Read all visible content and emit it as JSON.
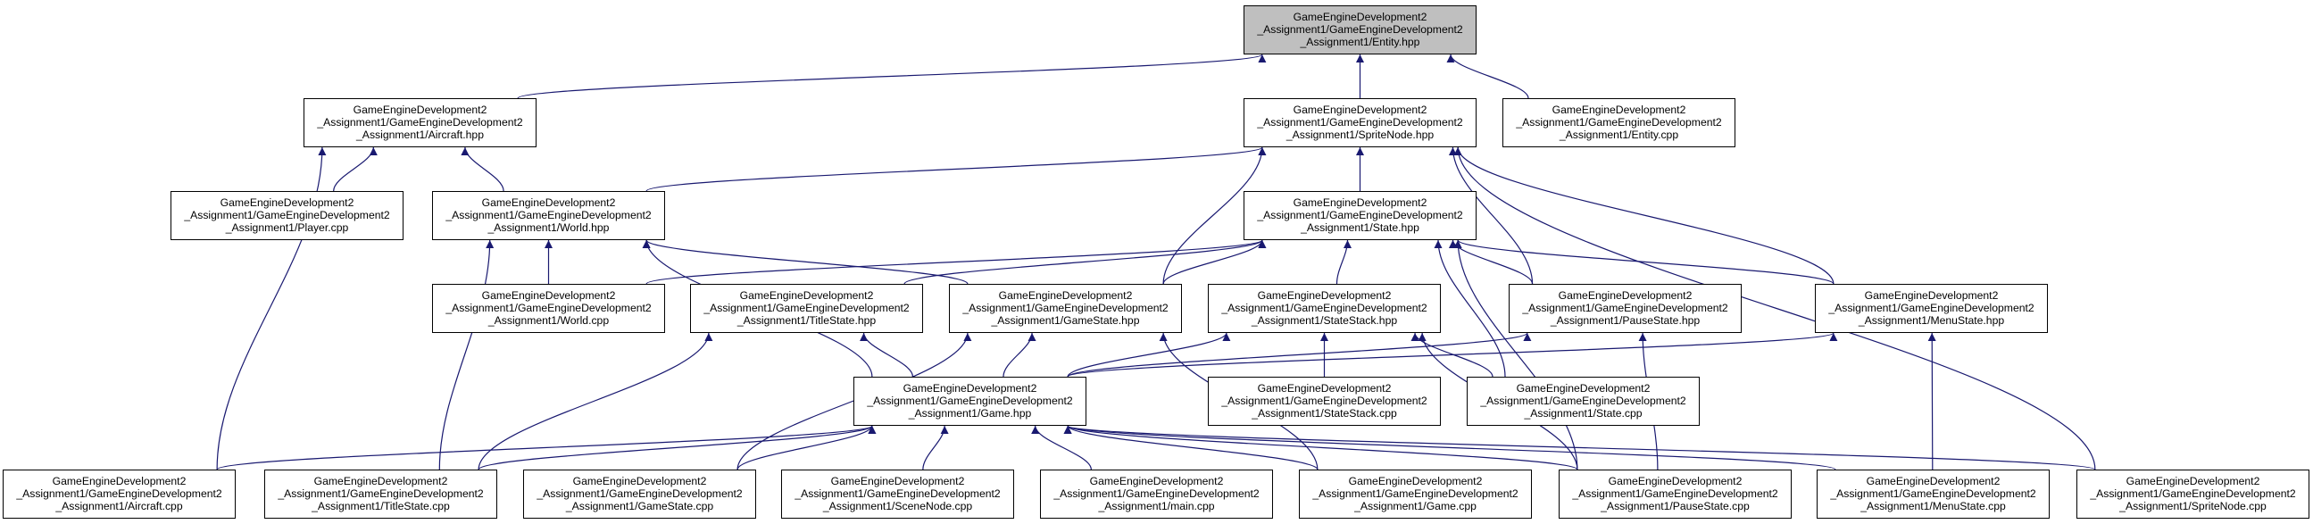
{
  "graph": {
    "edge_color": "#191970",
    "focus_fill": "#bfbfbf",
    "nodes": [
      {
        "id": "entity_hpp",
        "focus": true,
        "lines": [
          "GameEngineDevelopment2",
          "_Assignment1/GameEngineDevelopment2",
          "_Assignment1/Entity.hpp"
        ]
      },
      {
        "id": "aircraft_hpp",
        "lines": [
          "GameEngineDevelopment2",
          "_Assignment1/GameEngineDevelopment2",
          "_Assignment1/Aircraft.hpp"
        ]
      },
      {
        "id": "spritenode_hpp",
        "lines": [
          "GameEngineDevelopment2",
          "_Assignment1/GameEngineDevelopment2",
          "_Assignment1/SpriteNode.hpp"
        ]
      },
      {
        "id": "entity_cpp",
        "lines": [
          "GameEngineDevelopment2",
          "_Assignment1/GameEngineDevelopment2",
          "_Assignment1/Entity.cpp"
        ]
      },
      {
        "id": "player_cpp",
        "lines": [
          "GameEngineDevelopment2",
          "_Assignment1/GameEngineDevelopment2",
          "_Assignment1/Player.cpp"
        ]
      },
      {
        "id": "world_hpp",
        "lines": [
          "GameEngineDevelopment2",
          "_Assignment1/GameEngineDevelopment2",
          "_Assignment1/World.hpp"
        ]
      },
      {
        "id": "state_hpp",
        "lines": [
          "GameEngineDevelopment2",
          "_Assignment1/GameEngineDevelopment2",
          "_Assignment1/State.hpp"
        ]
      },
      {
        "id": "world_cpp",
        "lines": [
          "GameEngineDevelopment2",
          "_Assignment1/GameEngineDevelopment2",
          "_Assignment1/World.cpp"
        ]
      },
      {
        "id": "titlestate_hpp",
        "lines": [
          "GameEngineDevelopment2",
          "_Assignment1/GameEngineDevelopment2",
          "_Assignment1/TitleState.hpp"
        ]
      },
      {
        "id": "gamestate_hpp",
        "lines": [
          "GameEngineDevelopment2",
          "_Assignment1/GameEngineDevelopment2",
          "_Assignment1/GameState.hpp"
        ]
      },
      {
        "id": "statestack_hpp",
        "lines": [
          "GameEngineDevelopment2",
          "_Assignment1/GameEngineDevelopment2",
          "_Assignment1/StateStack.hpp"
        ]
      },
      {
        "id": "pausestate_hpp",
        "lines": [
          "GameEngineDevelopment2",
          "_Assignment1/GameEngineDevelopment2",
          "_Assignment1/PauseState.hpp"
        ]
      },
      {
        "id": "menustate_hpp",
        "lines": [
          "GameEngineDevelopment2",
          "_Assignment1/GameEngineDevelopment2",
          "_Assignment1/MenuState.hpp"
        ]
      },
      {
        "id": "game_hpp",
        "lines": [
          "GameEngineDevelopment2",
          "_Assignment1/GameEngineDevelopment2",
          "_Assignment1/Game.hpp"
        ]
      },
      {
        "id": "statestack_cpp",
        "lines": [
          "GameEngineDevelopment2",
          "_Assignment1/GameEngineDevelopment2",
          "_Assignment1/StateStack.cpp"
        ]
      },
      {
        "id": "state_cpp",
        "lines": [
          "GameEngineDevelopment2",
          "_Assignment1/GameEngineDevelopment2",
          "_Assignment1/State.cpp"
        ]
      },
      {
        "id": "aircraft_cpp",
        "lines": [
          "GameEngineDevelopment2",
          "_Assignment1/GameEngineDevelopment2",
          "_Assignment1/Aircraft.cpp"
        ]
      },
      {
        "id": "titlestate_cpp",
        "lines": [
          "GameEngineDevelopment2",
          "_Assignment1/GameEngineDevelopment2",
          "_Assignment1/TitleState.cpp"
        ]
      },
      {
        "id": "gamestate_cpp",
        "lines": [
          "GameEngineDevelopment2",
          "_Assignment1/GameEngineDevelopment2",
          "_Assignment1/GameState.cpp"
        ]
      },
      {
        "id": "scenenode_cpp",
        "lines": [
          "GameEngineDevelopment2",
          "_Assignment1/GameEngineDevelopment2",
          "_Assignment1/SceneNode.cpp"
        ]
      },
      {
        "id": "main_cpp",
        "lines": [
          "GameEngineDevelopment2",
          "_Assignment1/GameEngineDevelopment2",
          "_Assignment1/main.cpp"
        ]
      },
      {
        "id": "game_cpp",
        "lines": [
          "GameEngineDevelopment2",
          "_Assignment1/GameEngineDevelopment2",
          "_Assignment1/Game.cpp"
        ]
      },
      {
        "id": "pausestate_cpp",
        "lines": [
          "GameEngineDevelopment2",
          "_Assignment1/GameEngineDevelopment2",
          "_Assignment1/PauseState.cpp"
        ]
      },
      {
        "id": "menustate_cpp",
        "lines": [
          "GameEngineDevelopment2",
          "_Assignment1/GameEngineDevelopment2",
          "_Assignment1/MenuState.cpp"
        ]
      },
      {
        "id": "spritenode_cpp",
        "lines": [
          "GameEngineDevelopment2",
          "_Assignment1/GameEngineDevelopment2",
          "_Assignment1/SpriteNode.cpp"
        ]
      }
    ],
    "edges": [
      [
        "aircraft_hpp",
        "entity_hpp"
      ],
      [
        "spritenode_hpp",
        "entity_hpp"
      ],
      [
        "entity_cpp",
        "entity_hpp"
      ],
      [
        "player_cpp",
        "aircraft_hpp"
      ],
      [
        "world_hpp",
        "aircraft_hpp"
      ],
      [
        "aircraft_cpp",
        "aircraft_hpp"
      ],
      [
        "world_hpp",
        "spritenode_hpp"
      ],
      [
        "state_hpp",
        "spritenode_hpp"
      ],
      [
        "gamestate_hpp",
        "spritenode_hpp"
      ],
      [
        "pausestate_hpp",
        "spritenode_hpp"
      ],
      [
        "menustate_hpp",
        "spritenode_hpp"
      ],
      [
        "spritenode_cpp",
        "spritenode_hpp"
      ],
      [
        "world_cpp",
        "world_hpp"
      ],
      [
        "gamestate_hpp",
        "world_hpp"
      ],
      [
        "game_hpp",
        "world_hpp"
      ],
      [
        "titlestate_cpp",
        "world_hpp"
      ],
      [
        "world_cpp",
        "state_hpp"
      ],
      [
        "titlestate_hpp",
        "state_hpp"
      ],
      [
        "gamestate_hpp",
        "state_hpp"
      ],
      [
        "statestack_hpp",
        "state_hpp"
      ],
      [
        "pausestate_hpp",
        "state_hpp"
      ],
      [
        "menustate_hpp",
        "state_hpp"
      ],
      [
        "state_cpp",
        "state_hpp"
      ],
      [
        "pausestate_cpp",
        "state_hpp"
      ],
      [
        "game_hpp",
        "titlestate_hpp"
      ],
      [
        "titlestate_cpp",
        "titlestate_hpp"
      ],
      [
        "game_hpp",
        "gamestate_hpp"
      ],
      [
        "gamestate_cpp",
        "gamestate_hpp"
      ],
      [
        "game_cpp",
        "gamestate_hpp"
      ],
      [
        "game_hpp",
        "statestack_hpp"
      ],
      [
        "statestack_cpp",
        "statestack_hpp"
      ],
      [
        "state_cpp",
        "statestack_hpp"
      ],
      [
        "pausestate_cpp",
        "statestack_hpp"
      ],
      [
        "game_hpp",
        "pausestate_hpp"
      ],
      [
        "pausestate_cpp",
        "pausestate_hpp"
      ],
      [
        "game_hpp",
        "menustate_hpp"
      ],
      [
        "menustate_cpp",
        "menustate_hpp"
      ],
      [
        "aircraft_cpp",
        "game_hpp"
      ],
      [
        "titlestate_cpp",
        "game_hpp"
      ],
      [
        "gamestate_cpp",
        "game_hpp"
      ],
      [
        "scenenode_cpp",
        "game_hpp"
      ],
      [
        "main_cpp",
        "game_hpp"
      ],
      [
        "game_cpp",
        "game_hpp"
      ],
      [
        "pausestate_cpp",
        "game_hpp"
      ],
      [
        "menustate_cpp",
        "game_hpp"
      ],
      [
        "spritenode_cpp",
        "game_hpp"
      ]
    ]
  }
}
